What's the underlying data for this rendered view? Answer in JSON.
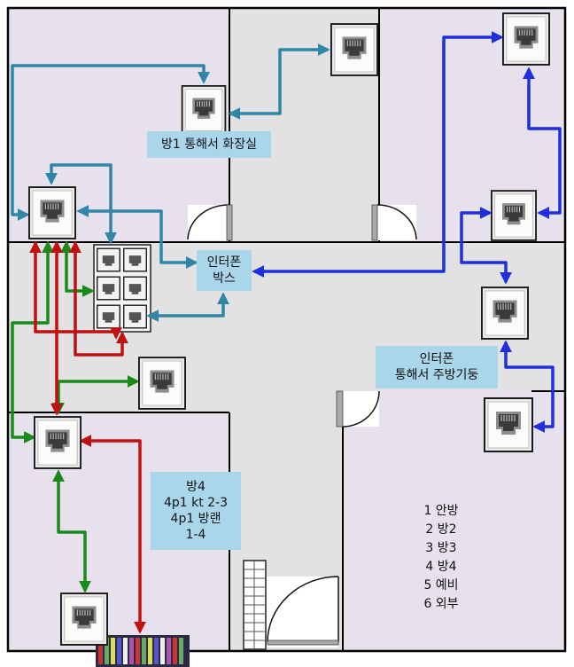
{
  "labels": {
    "bath": "방1 통해서 화장실",
    "intercom_box": [
      "인터폰",
      "박스"
    ],
    "kitchen": [
      "인터폰",
      "통해서 주방기둥"
    ],
    "room4": [
      "방4",
      "4p1 kt 2-3",
      "4p1 방랜",
      "1-4"
    ]
  },
  "legend": [
    "1 안방",
    "2 방2",
    "3 방3",
    "4 방4",
    "5 예비",
    "6 외부"
  ],
  "colors": {
    "wall": "#000000",
    "room": "#e6e1ec",
    "hall": "#e2e2e2",
    "label_bg": "#a9d6ea",
    "teal_arrow": "#2f86a6",
    "blue_arrow": "#1f2fe0",
    "green_arrow": "#1a8a1a",
    "red_arrow": "#c01010"
  },
  "icons": [
    "rj45-wall-jack-icon",
    "patch-panel-icon",
    "door-swing-icon"
  ]
}
